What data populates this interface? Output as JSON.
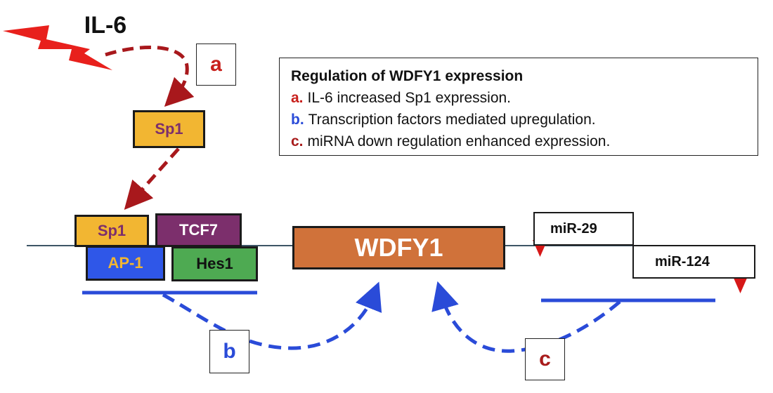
{
  "signal": {
    "label": "IL-6"
  },
  "legend": {
    "title": "Regulation of WDFY1 expression",
    "items": [
      {
        "tag": "a.",
        "text": "IL-6 increased Sp1 expression.",
        "color": "#c8201c"
      },
      {
        "tag": "b.",
        "text": "Transcription factors mediated upregulation.",
        "color": "#2a4bd8"
      },
      {
        "tag": "c.",
        "text": "miRNA down regulation enhanced expression.",
        "color": "#a81c1c"
      }
    ]
  },
  "step_labels": {
    "a": "a",
    "b": "b",
    "c": "c"
  },
  "factors": {
    "sp1_free": "Sp1",
    "sp1_bound": "Sp1",
    "tcf7": "TCF7",
    "ap1": "AP-1",
    "hes1": "Hes1"
  },
  "gene": {
    "label": "WDFY1"
  },
  "mirnas": {
    "mir29": "miR-29",
    "mir124": "miR-124"
  },
  "colors": {
    "sp1": "#f2b632",
    "tcf7": "#7c2f6c",
    "ap1": "#2f57e8",
    "hes1": "#4eaa52",
    "gene": "#d0723a",
    "red_arrow": "#d61818",
    "dash_red": "#a8181c",
    "dash_blue": "#2a4bd8"
  }
}
